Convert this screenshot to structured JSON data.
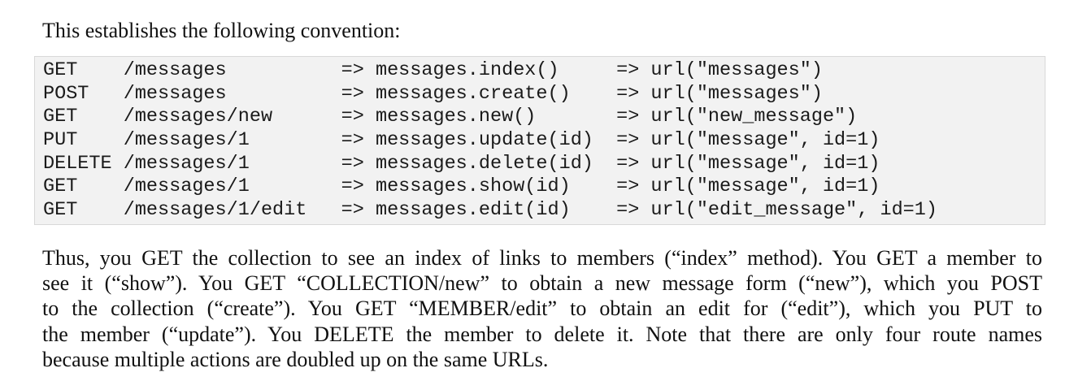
{
  "intro": "This establishes the following convention:",
  "code_lines": [
    "GET    /messages          => messages.index()     => url(\"messages\")",
    "POST   /messages          => messages.create()    => url(\"messages\")",
    "GET    /messages/new      => messages.new()       => url(\"new_message\")",
    "PUT    /messages/1        => messages.update(id)  => url(\"message\", id=1)",
    "DELETE /messages/1        => messages.delete(id)  => url(\"message\", id=1)",
    "GET    /messages/1        => messages.show(id)    => url(\"message\", id=1)",
    "GET    /messages/1/edit   => messages.edit(id)    => url(\"edit_message\", id=1)"
  ],
  "paragraph_lines": [
    "Thus, you GET the collection to see an index of links to members (“index” method). You GET a member to",
    "see it (“show”). You GET “COLLECTION/new” to obtain a new message form (“new”), which you POST",
    "to the collection (“create”). You GET “MEMBER/edit” to obtain an edit for (“edit”), which you PUT to",
    "the member (“update”). You DELETE the member to delete it. Note that there are only four route names",
    "because multiple actions are doubled up on the same URLs."
  ]
}
